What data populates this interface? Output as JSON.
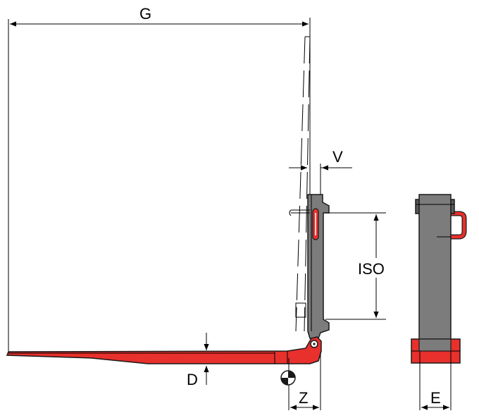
{
  "labels": {
    "g": "G",
    "v": "V",
    "iso": "ISO",
    "d": "D",
    "z": "Z",
    "e": "E"
  },
  "colors": {
    "fork_red": "#e8302c",
    "carriage_gray": "#7c7c7c",
    "dark_gray": "#5a5a5a",
    "outline": "#1a1a1a"
  },
  "icons": {
    "center_of_gravity": "center-of-gravity-icon"
  }
}
